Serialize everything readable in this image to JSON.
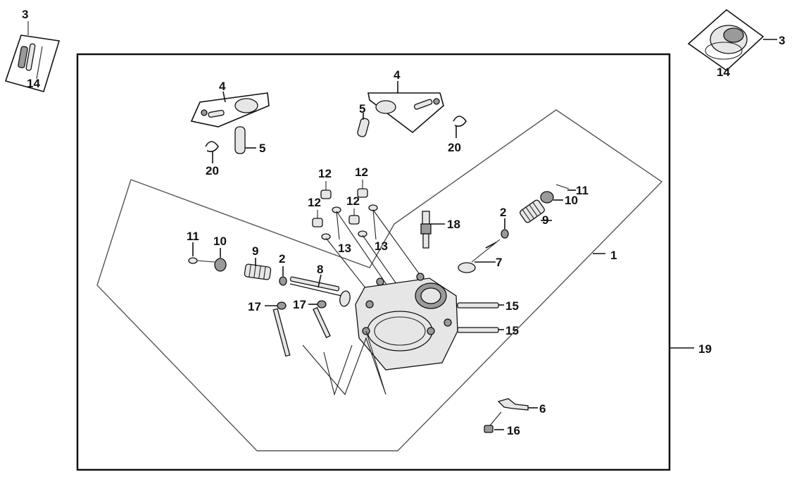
{
  "diagram": {
    "colors": {
      "ink": "#111111",
      "background": "#ffffff",
      "part_fill": "#e6e6e6"
    },
    "callouts": {
      "c3_left": "3",
      "c14_left": "14",
      "c3_right": "3",
      "c14_right": "14",
      "c4_left": "4",
      "c5_left": "5",
      "c20_left": "20",
      "c4_mid": "4",
      "c5_mid": "5",
      "c20_mid": "20",
      "c12_a": "12",
      "c12_b": "12",
      "c12_c": "12",
      "c12_d": "12",
      "c13_a": "13",
      "c13_b": "13",
      "c18": "18",
      "c2_right": "2",
      "c9_right": "9",
      "c10_right": "10",
      "c11_right": "11",
      "c7": "7",
      "c1": "1",
      "c11_left": "11",
      "c10_left": "10",
      "c9_left": "9",
      "c2_left": "2",
      "c8": "8",
      "c17_a": "17",
      "c17_b": "17",
      "c15_a": "15",
      "c15_b": "15",
      "c19": "19",
      "c6": "6",
      "c16": "16"
    }
  }
}
